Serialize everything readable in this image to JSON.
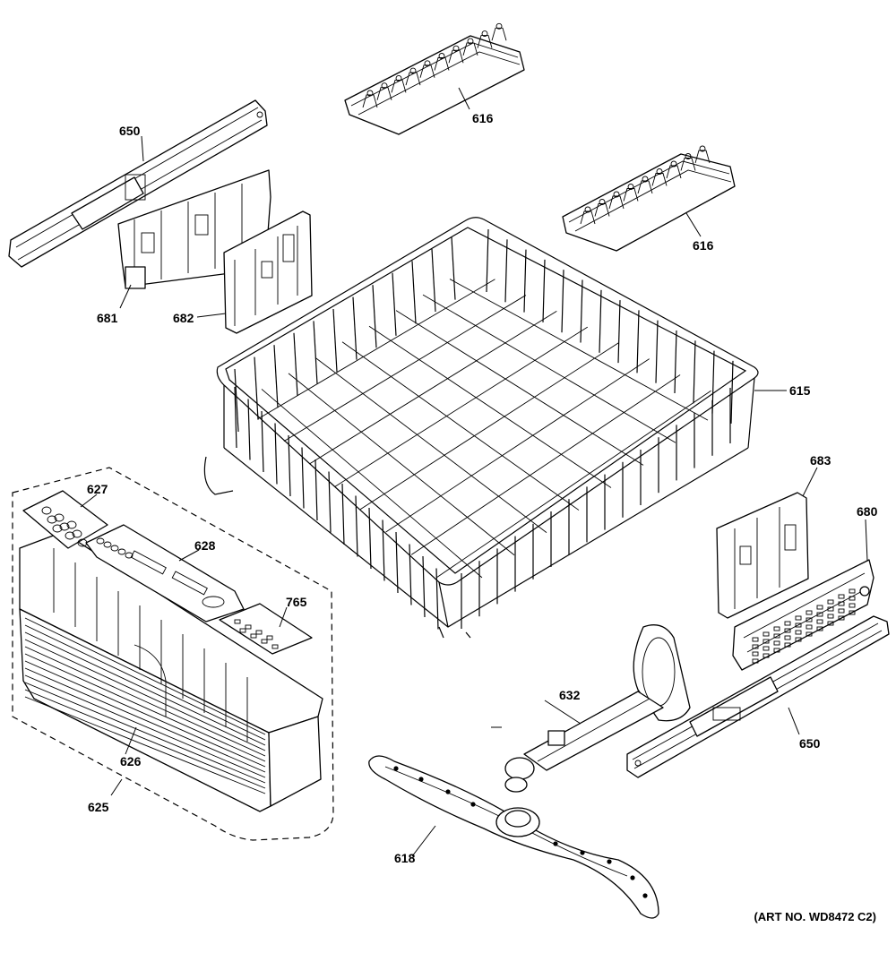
{
  "diagram": {
    "art_number": "(ART NO. WD8472 C2)",
    "callouts": [
      {
        "id": "c616a",
        "label": "616"
      },
      {
        "id": "c616b",
        "label": "616"
      },
      {
        "id": "c650a",
        "label": "650"
      },
      {
        "id": "c681",
        "label": "681"
      },
      {
        "id": "c682",
        "label": "682"
      },
      {
        "id": "c615",
        "label": "615"
      },
      {
        "id": "c683",
        "label": "683"
      },
      {
        "id": "c680",
        "label": "680"
      },
      {
        "id": "c627",
        "label": "627"
      },
      {
        "id": "c628",
        "label": "628"
      },
      {
        "id": "c765",
        "label": "765"
      },
      {
        "id": "c626",
        "label": "626"
      },
      {
        "id": "c625",
        "label": "625"
      },
      {
        "id": "c632",
        "label": "632"
      },
      {
        "id": "c650b",
        "label": "650"
      },
      {
        "id": "c618",
        "label": "618"
      }
    ]
  }
}
